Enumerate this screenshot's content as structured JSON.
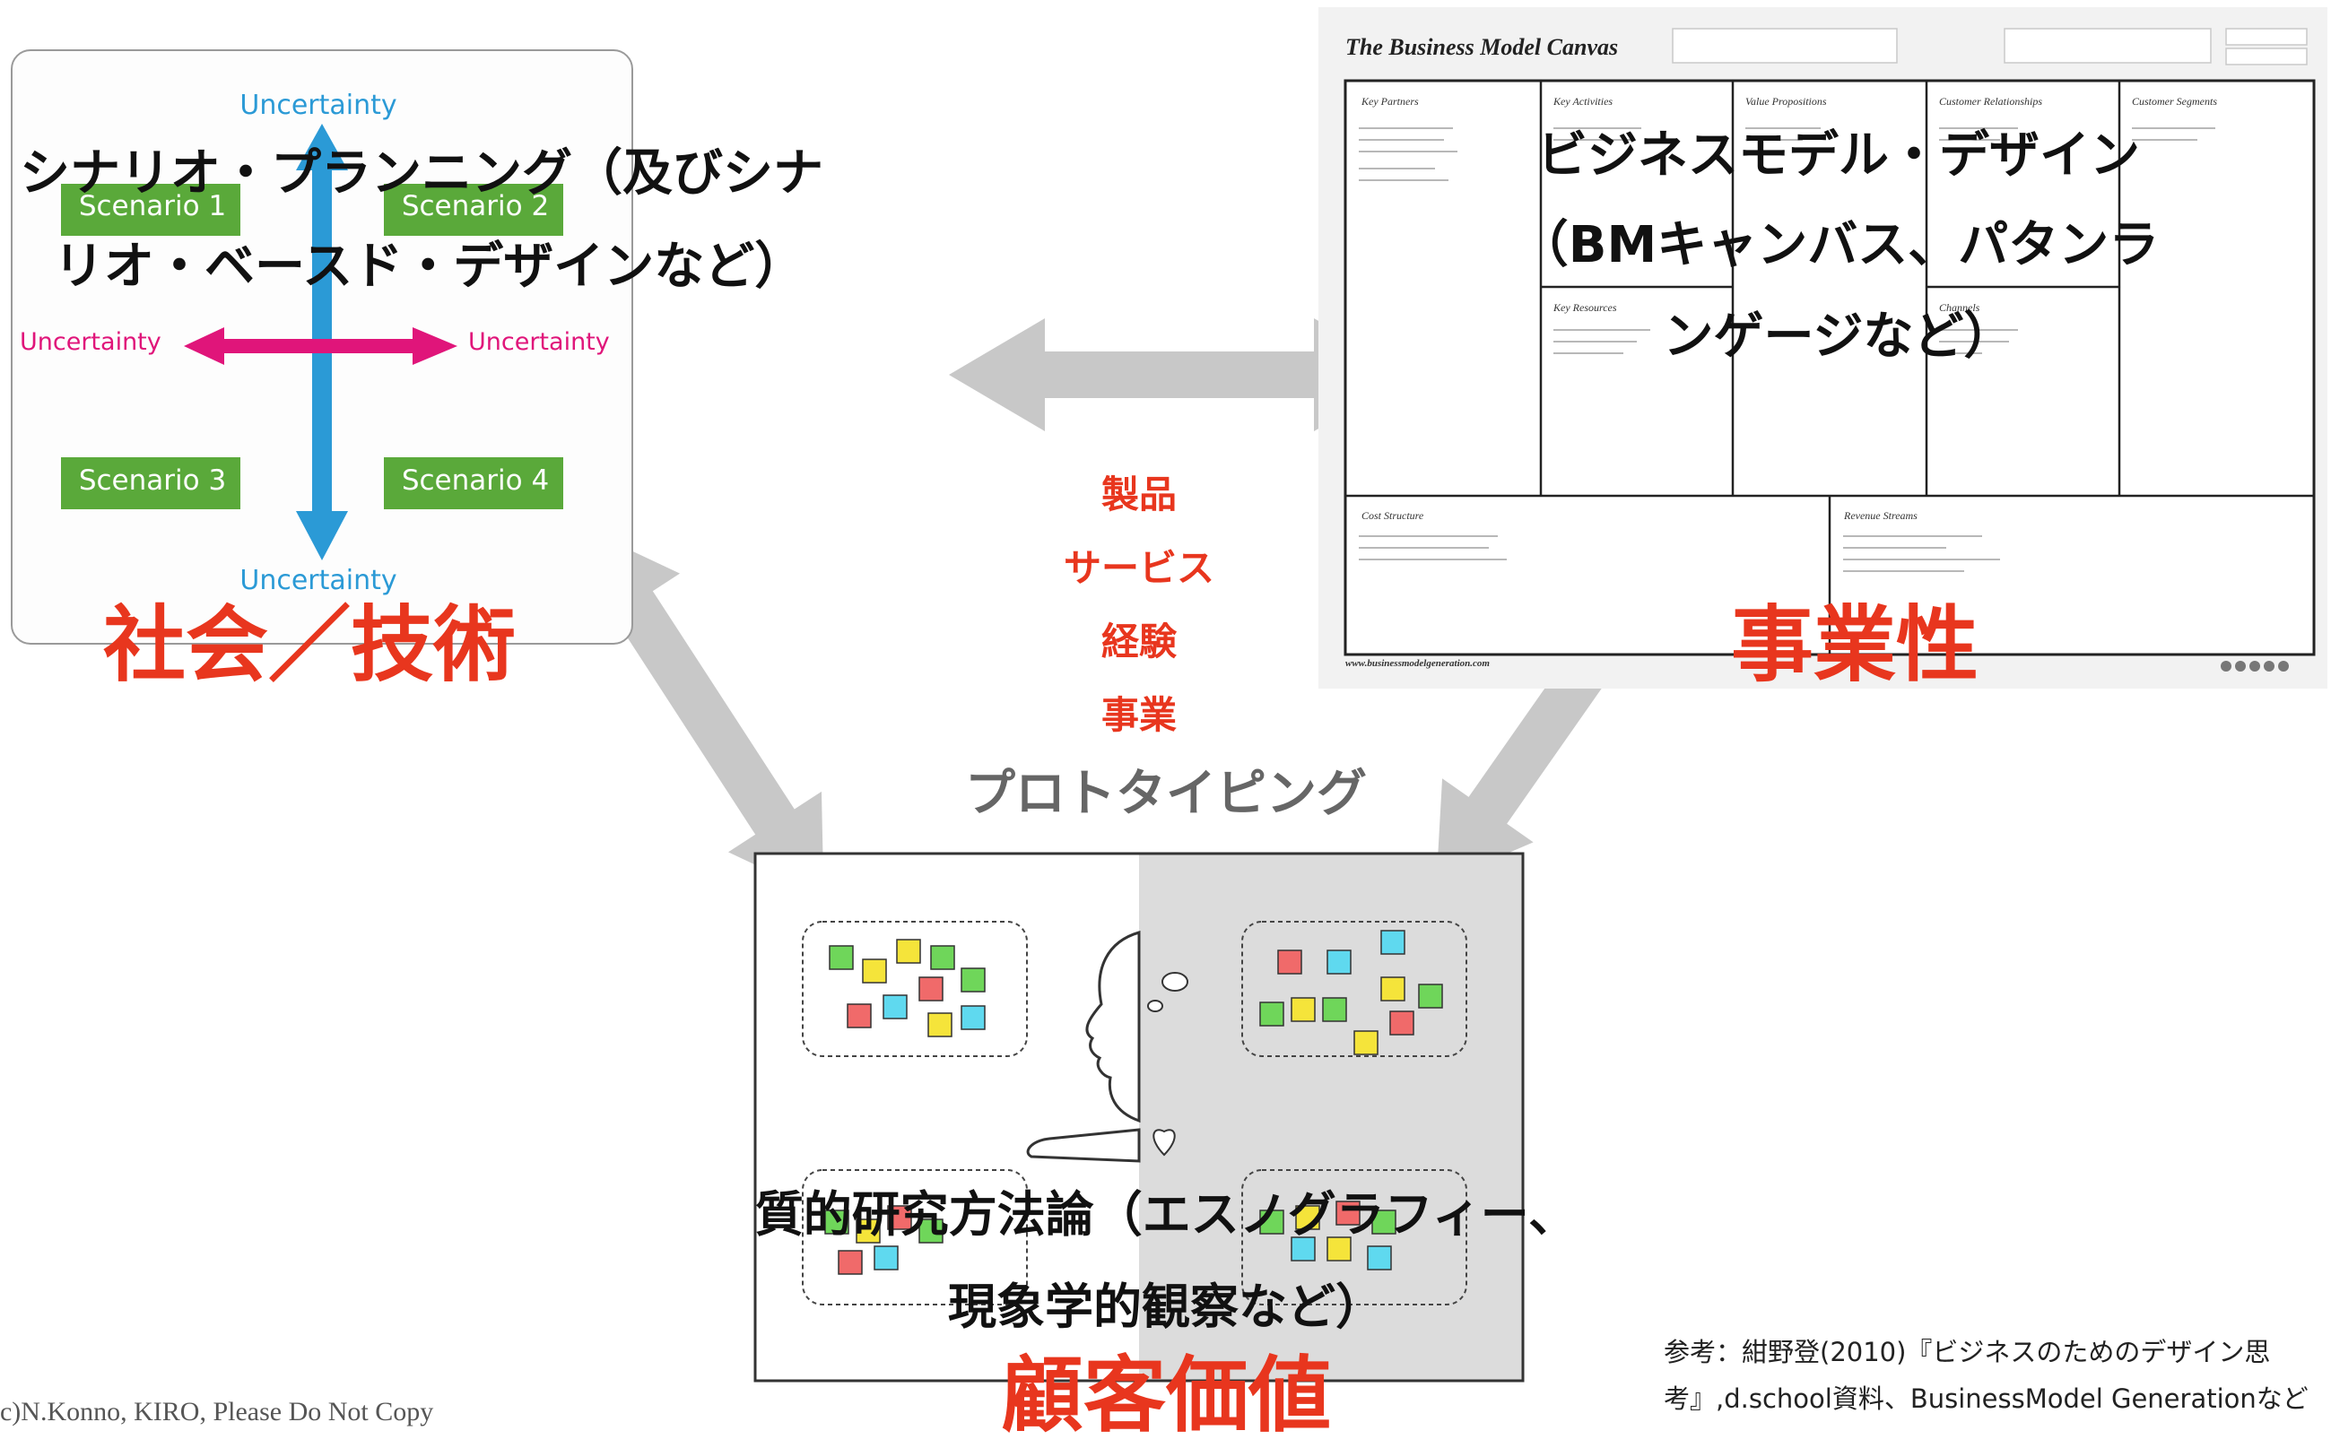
{
  "scenario_panel": {
    "axis_label": "Uncertainty",
    "scenarios": [
      "Scenario 1",
      "Scenario 2",
      "Scenario 3",
      "Scenario 4"
    ],
    "title": "シナリオ・プランニング（及びシナリオ・ベースド・デザインなど）",
    "title_line1": "シナリオ・プランニング（及びシナ",
    "title_line2": "リオ・ベースド・デザインなど）",
    "label": "社会／技術"
  },
  "bmc_panel": {
    "canvas_title": "The Business Model Canvas",
    "blocks": [
      "Key Partners",
      "Key Activities",
      "Value Propositions",
      "Customer Relationships",
      "Customer Segments",
      "Key Resources",
      "Channels",
      "Cost Structure",
      "Revenue Streams"
    ],
    "footer_url": "www.businessmodelgeneration.com",
    "title_line1": "ビジネスモデル・デザイン",
    "title_line2": "（BMキャンバス、パタンラ",
    "title_line3": "ンゲージなど）",
    "label": "事業性"
  },
  "center": {
    "items": [
      "製品",
      "サービス",
      "経験",
      "事業"
    ],
    "prototyping": "プロトタイピング"
  },
  "research_panel": {
    "title_line1": "質的研究方法論（エスノグラフィー、",
    "title_line2": "現象学的観察など）",
    "label": "顧客価値"
  },
  "footer": {
    "reference_line1": "参考：紺野登(2010)『ビジネスのためのデザイン思",
    "reference_line2": "考』,d.school資料、BusinessModel Generationなど",
    "copyright": "(c)N.Konno, KIRO, Please Do Not Copy"
  },
  "colors": {
    "accent_red": "#e8361e",
    "scenario_green": "#5aa93a",
    "axis_blue": "#2b9ad6",
    "axis_magenta": "#e0157a",
    "arrow_gray": "#c8c8c8"
  }
}
